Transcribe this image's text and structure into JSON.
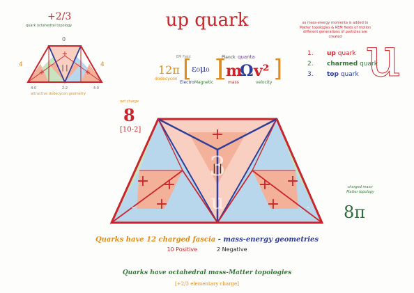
{
  "title": "up quark",
  "charge": "+2/3",
  "small_diagram": {
    "caption_top": "quark octahedral topology",
    "apex_value": "0",
    "left_value": "4",
    "right_value": "4",
    "bottom_ticks": [
      "4-0",
      "2-2",
      "4-0"
    ],
    "caption_bottom": "attractive dodecycon geometry"
  },
  "equation": {
    "coefficient": "12π",
    "coefficient_label": "dodecycon",
    "em_field_label": "EM Field",
    "planck_label": "Planck",
    "quanta_label": "quanta",
    "epsilon_mu": "ε₀μ₀",
    "m": "m",
    "omega": "Ω",
    "v2": "v²",
    "bracket_open": "[",
    "bracket_close": "]",
    "electro": "Electro",
    "magnetic": "Magnetic",
    "mass_label": "mass",
    "velocity_label": "velocity"
  },
  "note": "as mass-energy momenta is added to Matter topologies & REM fields of motion different generations of particles are created",
  "generations": [
    {
      "num": "1.",
      "name": "up",
      "suffix": "quark"
    },
    {
      "num": "2.",
      "name": "charmed",
      "suffix": "quark"
    },
    {
      "num": "3.",
      "name": "top",
      "suffix": "quark"
    }
  ],
  "big_letter": "u",
  "net_charge": {
    "caption": "net charge",
    "value": "8",
    "sub": "[10-2]"
  },
  "mass_matter": {
    "caption": "charged mass-Matter topology",
    "value": "8π"
  },
  "main_diagram": {
    "center_label": "3",
    "center_bars": "| |",
    "plus": "+",
    "minus": "-",
    "watermark": "u"
  },
  "footer": {
    "fascia_lead": "Quarks have 12 charged fascia",
    "fascia_dash": " - ",
    "fascia_tail": "mass-energy geometries",
    "positive": "10 Positive",
    "negative": "2 Negative",
    "topology": "Quarks have octahedral mass-Matter topologies",
    "elementary": "[+2/3 elementary charge]"
  },
  "colors": {
    "red": "#c8262c",
    "blue": "#2f3d9a",
    "green": "#2e7d32",
    "orange": "#e08c1a",
    "fill_red": "#f4b19a",
    "fill_blue": "#b9d7ec",
    "fill_green": "#c8e3bf"
  }
}
